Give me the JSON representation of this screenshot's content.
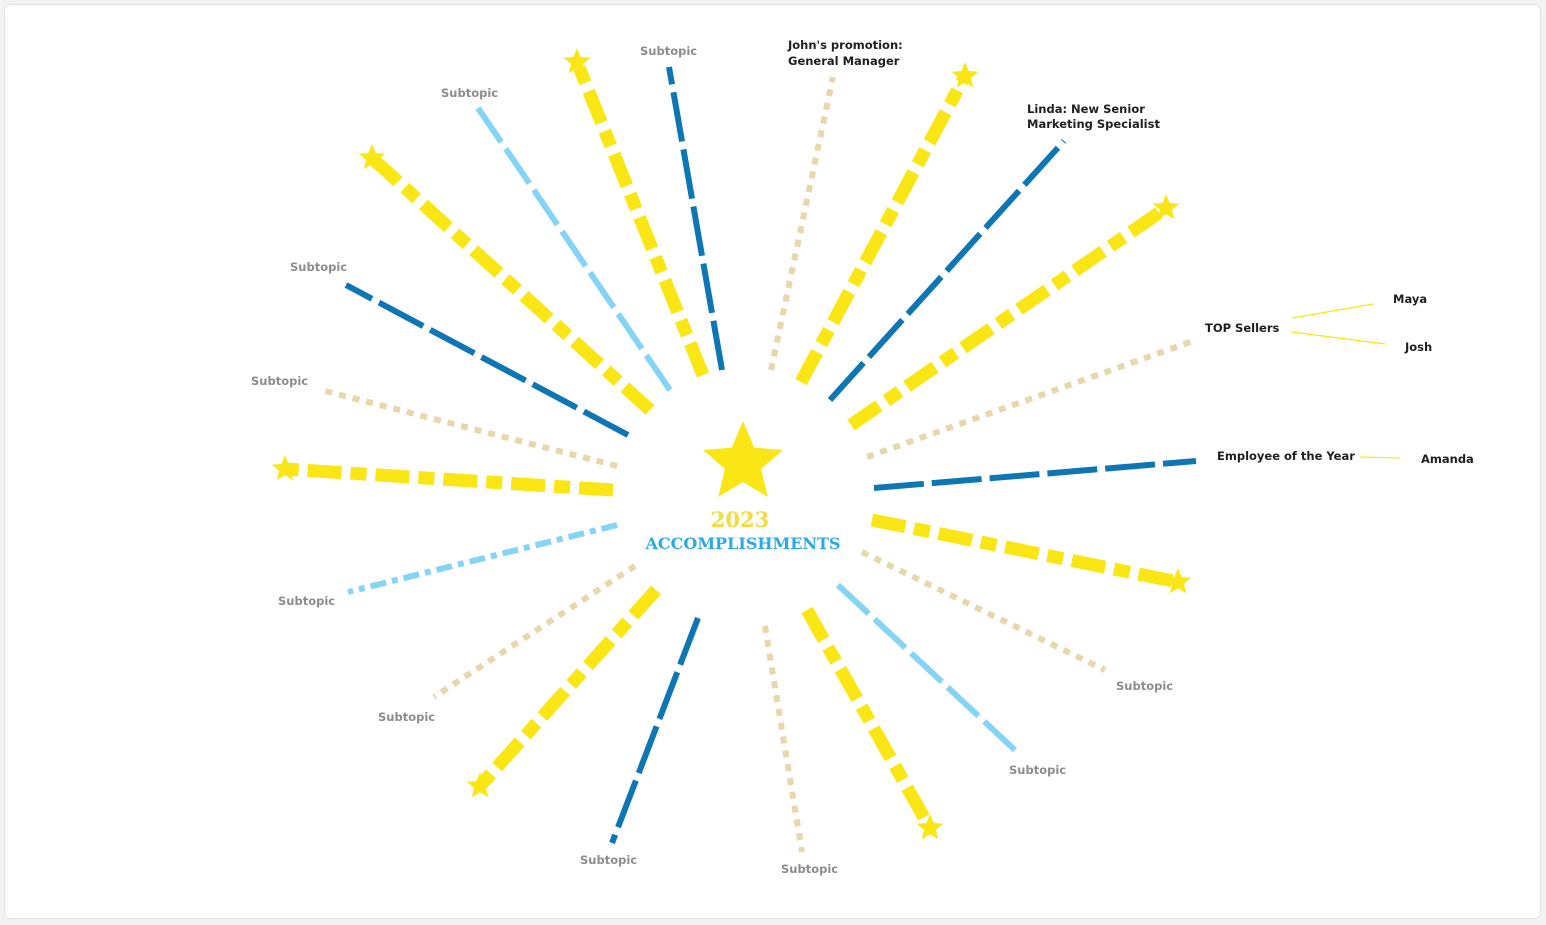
{
  "colors": {
    "yellow": "#fae614",
    "dark_blue": "#0f76b4",
    "light_blue": "#85d4f5",
    "beige": "#e8d6ac",
    "center_year": "#f2dd3a",
    "center_title": "#2aa9e6",
    "muted_label": "#8c8c8c",
    "dark_label": "#1f1f1f"
  },
  "center": {
    "icon": "star-icon",
    "year": "2023",
    "title": "ACCOMPLISHMENTS"
  },
  "labels": {
    "subtopic": "Subtopic",
    "johns_promotion_line1": "John's promotion:",
    "johns_promotion_line2": "General Manager",
    "linda_line1": "Linda: New Senior",
    "linda_line2": "Marketing Specialist",
    "top_sellers": "TOP Sellers",
    "maya": "Maya",
    "josh": "Josh",
    "employee_of_the_year": "Employee of the Year",
    "amanda": "Amanda"
  }
}
